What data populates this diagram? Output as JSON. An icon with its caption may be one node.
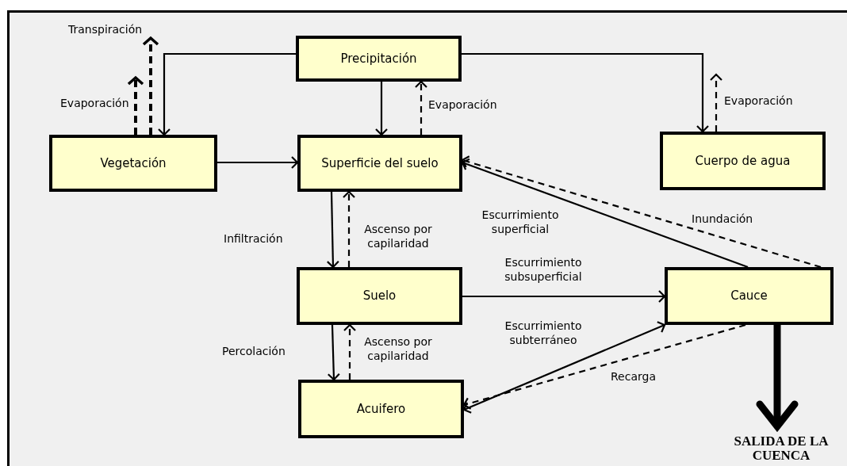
{
  "diagram": {
    "nodes": [
      {
        "text": [
          "Precipitación"
        ]
      },
      {
        "text": [
          "Vegetación"
        ]
      },
      {
        "text": [
          "Superficie del suelo"
        ]
      },
      {
        "text": [
          "Cuerpo de agua"
        ]
      },
      {
        "text": [
          "Suelo"
        ]
      },
      {
        "text": [
          "Cauce"
        ]
      },
      {
        "text": [
          "Acuifero"
        ]
      },
      {
        "text": [
          "SALIDA DE LA CUENCA"
        ]
      }
    ],
    "edges": [
      {
        "from": 0,
        "to": 1,
        "arrow": "to"
      },
      {
        "from": 1,
        "to": null,
        "arrow": "to",
        "style": "dashed",
        "label": "Transpiración"
      },
      {
        "from": 1,
        "to": null,
        "arrow": "to",
        "style": "dashed",
        "label": "Evaporación"
      },
      {
        "from": 0,
        "to": 2,
        "arrow": "to"
      },
      {
        "from": 2,
        "to": 0,
        "arrow": "to",
        "style": "dashed",
        "label": "Evaporación"
      },
      {
        "from": 0,
        "to": 3,
        "arrow": "to"
      },
      {
        "from": 3,
        "to": null,
        "arrow": "to",
        "style": "dashed",
        "label": "Evaporación"
      },
      {
        "from": 1,
        "to": 2,
        "arrow": "to"
      },
      {
        "from": 5,
        "to": 2,
        "arrow": "to",
        "label": "Escurrimiento superficial"
      },
      {
        "from": 5,
        "to": 2,
        "arrow": "to",
        "style": "dashed",
        "label": "Inundación"
      },
      {
        "from": 2,
        "to": 4,
        "arrow": "to",
        "label": "Infiltración"
      },
      {
        "from": 4,
        "to": 2,
        "arrow": "to",
        "style": "dashed",
        "label": "Ascenso por capilaridad"
      },
      {
        "from": 4,
        "to": 5,
        "arrow": "to",
        "label": "Escurrimiento subsuperficial"
      },
      {
        "from": 4,
        "to": 6,
        "arrow": "to",
        "label": "Percolación"
      },
      {
        "from": 6,
        "to": 4,
        "arrow": "to",
        "style": "dashed",
        "label": "Ascenso por capilaridad"
      },
      {
        "from": 6,
        "to": 5,
        "arrow": "both",
        "label": "Escurrimiento subterráneo"
      },
      {
        "from": 5,
        "to": 6,
        "arrow": "to",
        "style": "dashed",
        "label": "Recarga"
      },
      {
        "from": 5,
        "to": 7,
        "arrow": "to",
        "style": "thick"
      }
    ]
  }
}
